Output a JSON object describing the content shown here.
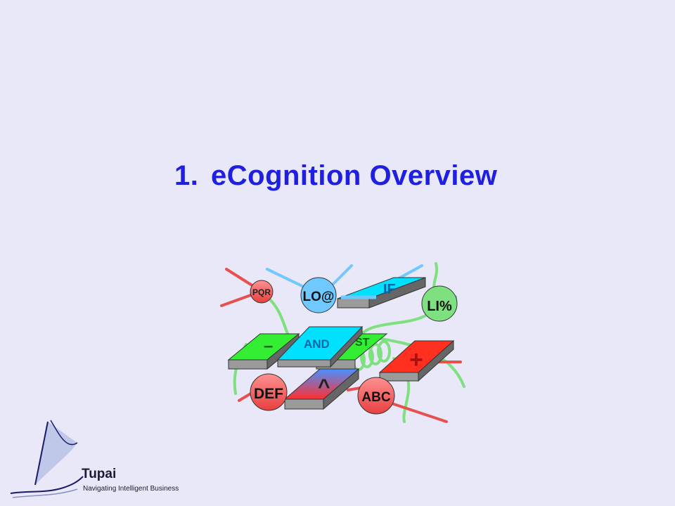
{
  "slide": {
    "title_number": "1.",
    "title_text": "eCognition Overview"
  },
  "graphic": {
    "labels": {
      "pqr": "PQR",
      "lo": "LO@",
      "if": "IF",
      "li": "LI%",
      "and": "AND",
      "st": "ST",
      "def": "DEF",
      "abc": "ABC",
      "plus": "+",
      "caret": "^",
      "dash": "–"
    }
  },
  "footer": {
    "brand": "Tupai",
    "tagline": "Navigating Intelligent Business"
  }
}
